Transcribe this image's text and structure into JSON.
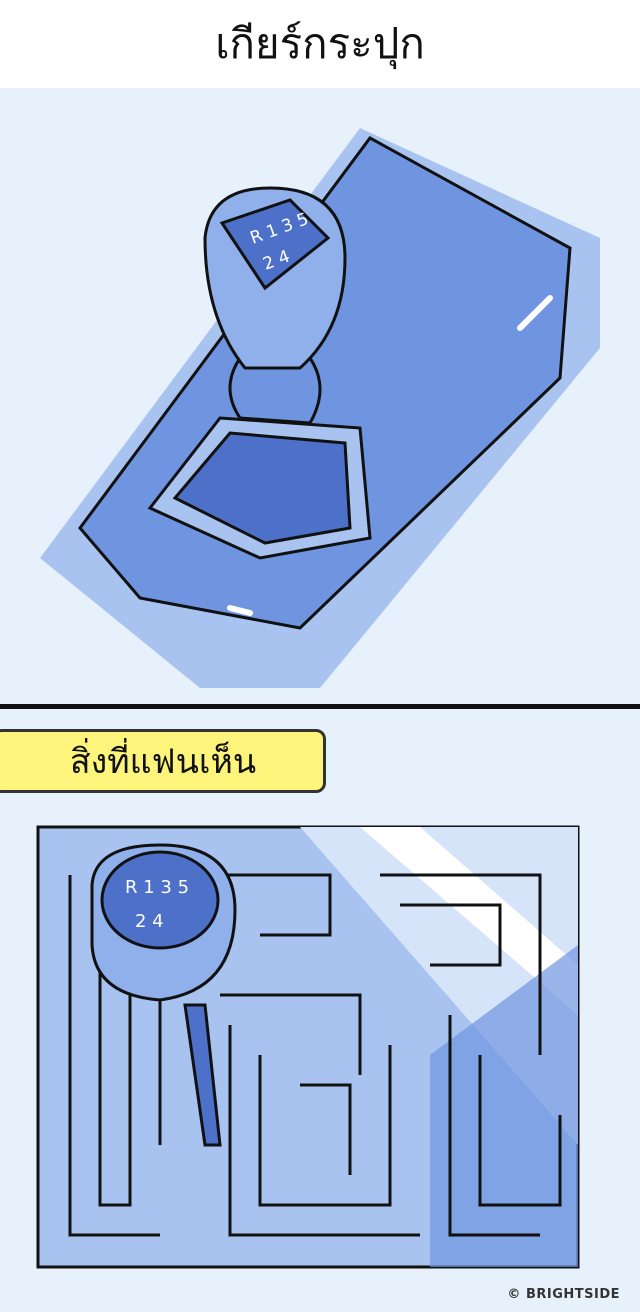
{
  "title": "เกียร์กระปุก",
  "panel2_label": "สิ่งที่แฟนเห็น",
  "knob_pattern": {
    "top": "R 1 3 5",
    "bottom": "2 4"
  },
  "credit": "© BRIGHTSIDE",
  "colors": {
    "background": "#e7f1fb",
    "blue": "#6f95e0",
    "dark_blue": "#4d70c8",
    "light_blue": "#a9c3f0",
    "label_yellow": "#fdf47c"
  }
}
